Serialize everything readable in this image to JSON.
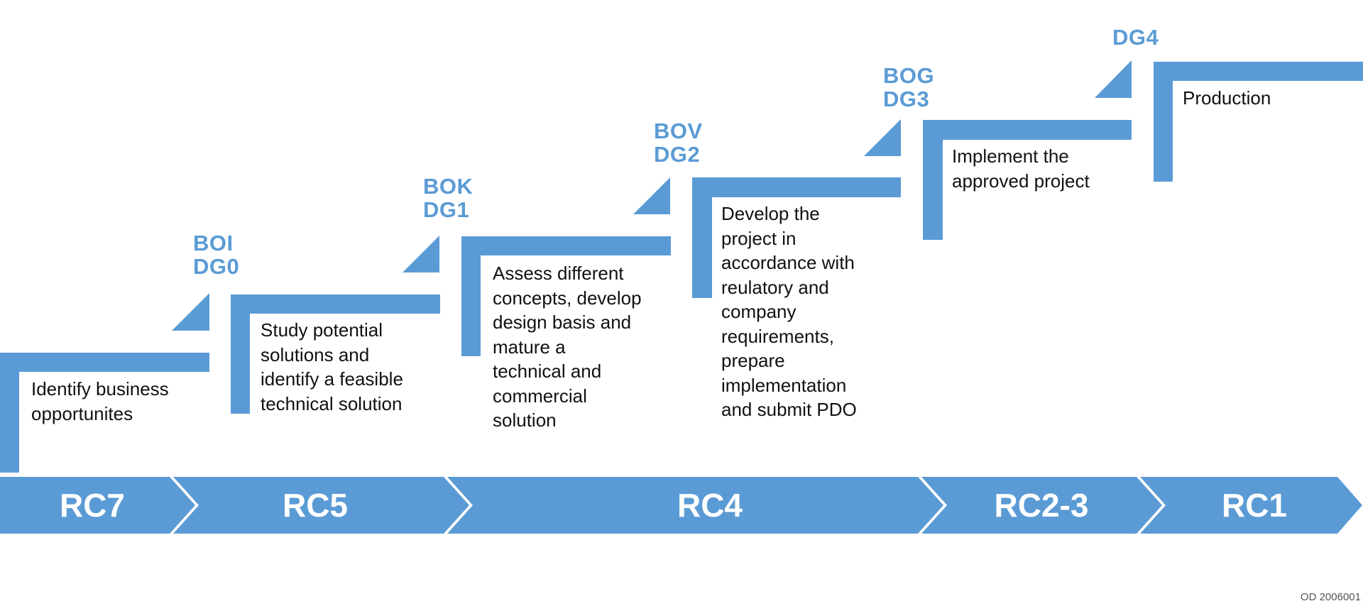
{
  "diagram": {
    "colors": {
      "accent": "#5b9bd5",
      "text": "#111111",
      "phase_text": "#ffffff",
      "doc_code": "#555555"
    },
    "steps": [
      {
        "lines": [
          "Identify business",
          "opportunites"
        ]
      },
      {
        "lines": [
          "Study potential",
          "solutions and",
          "identify a feasible",
          "technical solution"
        ]
      },
      {
        "lines": [
          "Assess different",
          "concepts, develop",
          "design basis and",
          "mature a",
          "technical and",
          "commercial",
          "solution"
        ]
      },
      {
        "lines": [
          "Develop the",
          "project in",
          "accordance with",
          "reulatory and",
          "company",
          "requirements,",
          "prepare",
          "implementation",
          "and submit PDO"
        ]
      },
      {
        "lines": [
          "Implement the",
          "approved project"
        ]
      },
      {
        "lines": [
          "Production"
        ]
      }
    ],
    "milestones": [
      {
        "lines": [
          "BOI",
          "DG0"
        ]
      },
      {
        "lines": [
          "BOK",
          "DG1"
        ]
      },
      {
        "lines": [
          "BOV",
          "DG2"
        ]
      },
      {
        "lines": [
          "BOG",
          "DG3"
        ]
      },
      {
        "lines": [
          "DG4"
        ]
      }
    ],
    "phases": [
      {
        "label": "RC7"
      },
      {
        "label": "RC5"
      },
      {
        "label": "RC4"
      },
      {
        "label": "RC2-3"
      },
      {
        "label": "RC1"
      }
    ],
    "doc_code": "OD 2006001"
  }
}
